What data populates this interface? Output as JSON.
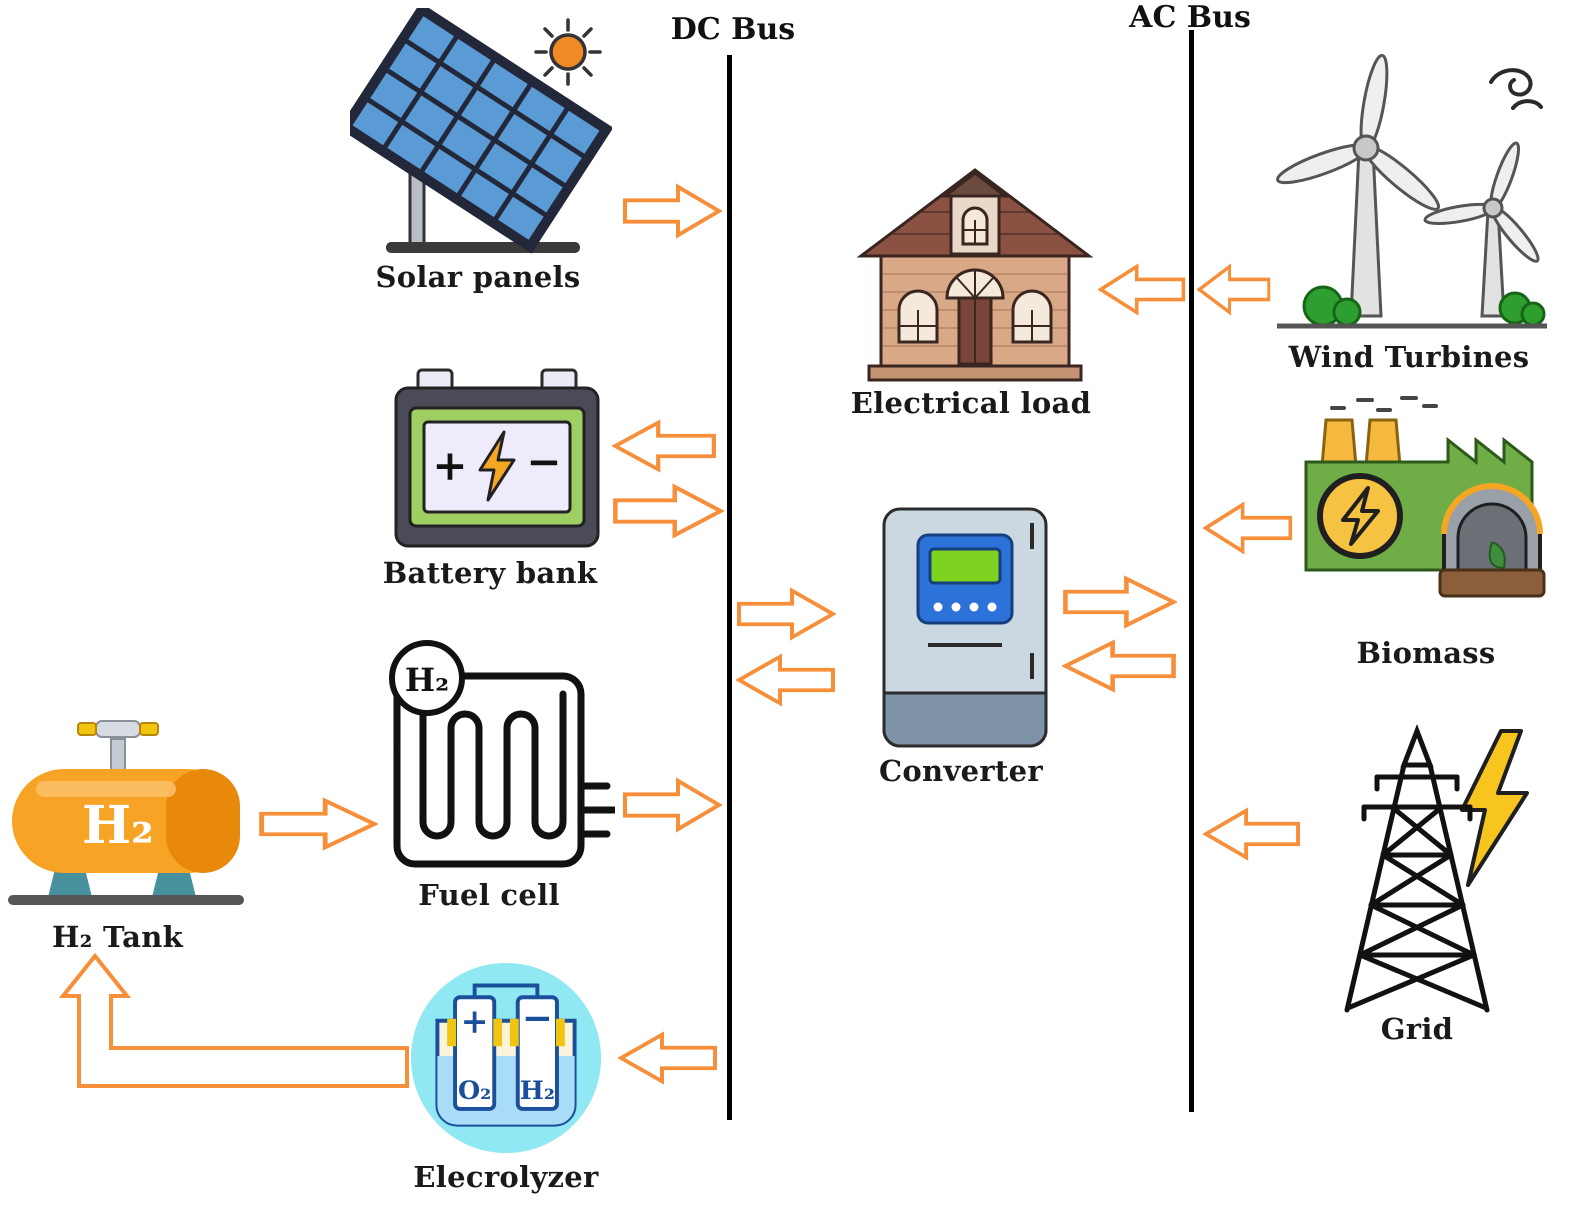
{
  "diagram": {
    "dc_bus": {
      "label": "DC Bus"
    },
    "ac_bus": {
      "label": "AC Bus"
    },
    "nodes": {
      "solar": {
        "label": "Solar panels"
      },
      "battery": {
        "label": "Battery bank",
        "plus": "+",
        "minus": "−"
      },
      "fuelcell": {
        "label": "Fuel cell",
        "badge": "H₂"
      },
      "h2tank": {
        "label": "H₂ Tank",
        "body_text": "H₂"
      },
      "electrolyzer": {
        "label": "Elecrolyzer",
        "anode_sign": "+",
        "cathode_sign": "−",
        "anode_gas": "O₂",
        "cathode_gas": "H₂"
      },
      "load": {
        "label": "Electrical load"
      },
      "converter": {
        "label": "Converter"
      },
      "wind": {
        "label": "Wind Turbines"
      },
      "biomass": {
        "label": "Biomass"
      },
      "grid": {
        "label": "Grid"
      }
    },
    "colors": {
      "arrow_stroke": "#F78E3A",
      "arrow_fill": "#FFFFFF",
      "bus_line": "#000000"
    }
  }
}
